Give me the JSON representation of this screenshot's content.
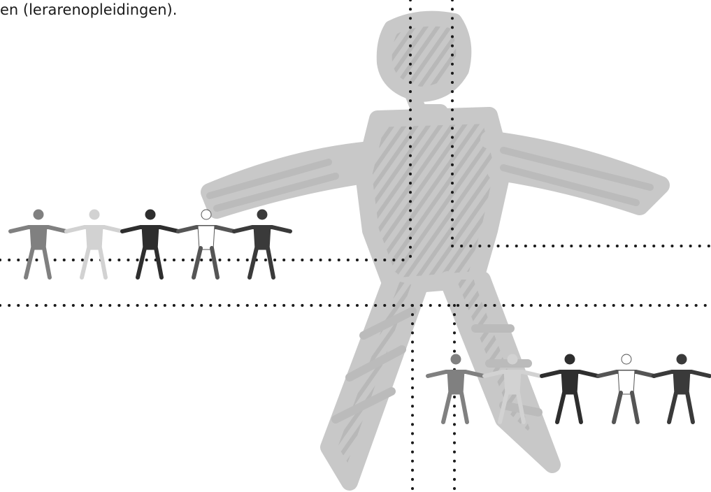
{
  "caption": "en (lerarenopleidingen).",
  "colors": {
    "big_figure": "#c8c8c8",
    "big_figure_hatch": "#b8b8b8",
    "dots": "#1a1a1a",
    "figure_mid_gray": "#808080",
    "figure_light_gray": "#d2d2d2",
    "figure_dark": "#2e2e2e",
    "figure_outline": "#555555",
    "figure_black": "#3a3a3a"
  },
  "figures_row_left": [
    "mid-gray",
    "light-gray",
    "dark-scribble",
    "outline",
    "dark"
  ],
  "figures_row_right": [
    "mid-gray",
    "light-gray",
    "dark-scribble",
    "outline",
    "dark"
  ]
}
